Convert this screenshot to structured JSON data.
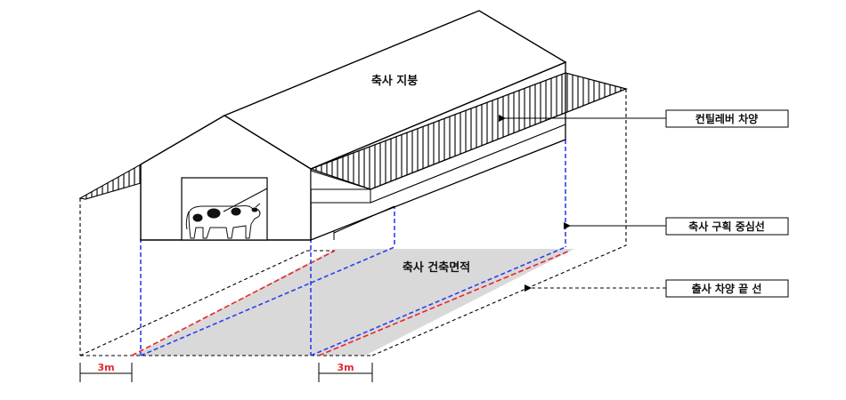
{
  "labels": {
    "roof": "축사 지붕",
    "building_area": "축사 건축면적"
  },
  "callouts": [
    {
      "id": "cantilever",
      "text": "컨틸레버 차양"
    },
    {
      "id": "centerline",
      "text": "축사 구획 중심선"
    },
    {
      "id": "eave_end",
      "text": "출사 차양 끝 선"
    }
  ],
  "dimensions": {
    "left_overhang": "3m",
    "right_overhang": "3m"
  },
  "colors": {
    "outline": "#000000",
    "dashed_blue": "#2b3ff0",
    "dashed_red": "#e8262a",
    "floor_fill": "#d9d9d9",
    "dimension_text": "#e8262a"
  },
  "icons": [
    "cow-illustration",
    "arrow-left-icon"
  ]
}
